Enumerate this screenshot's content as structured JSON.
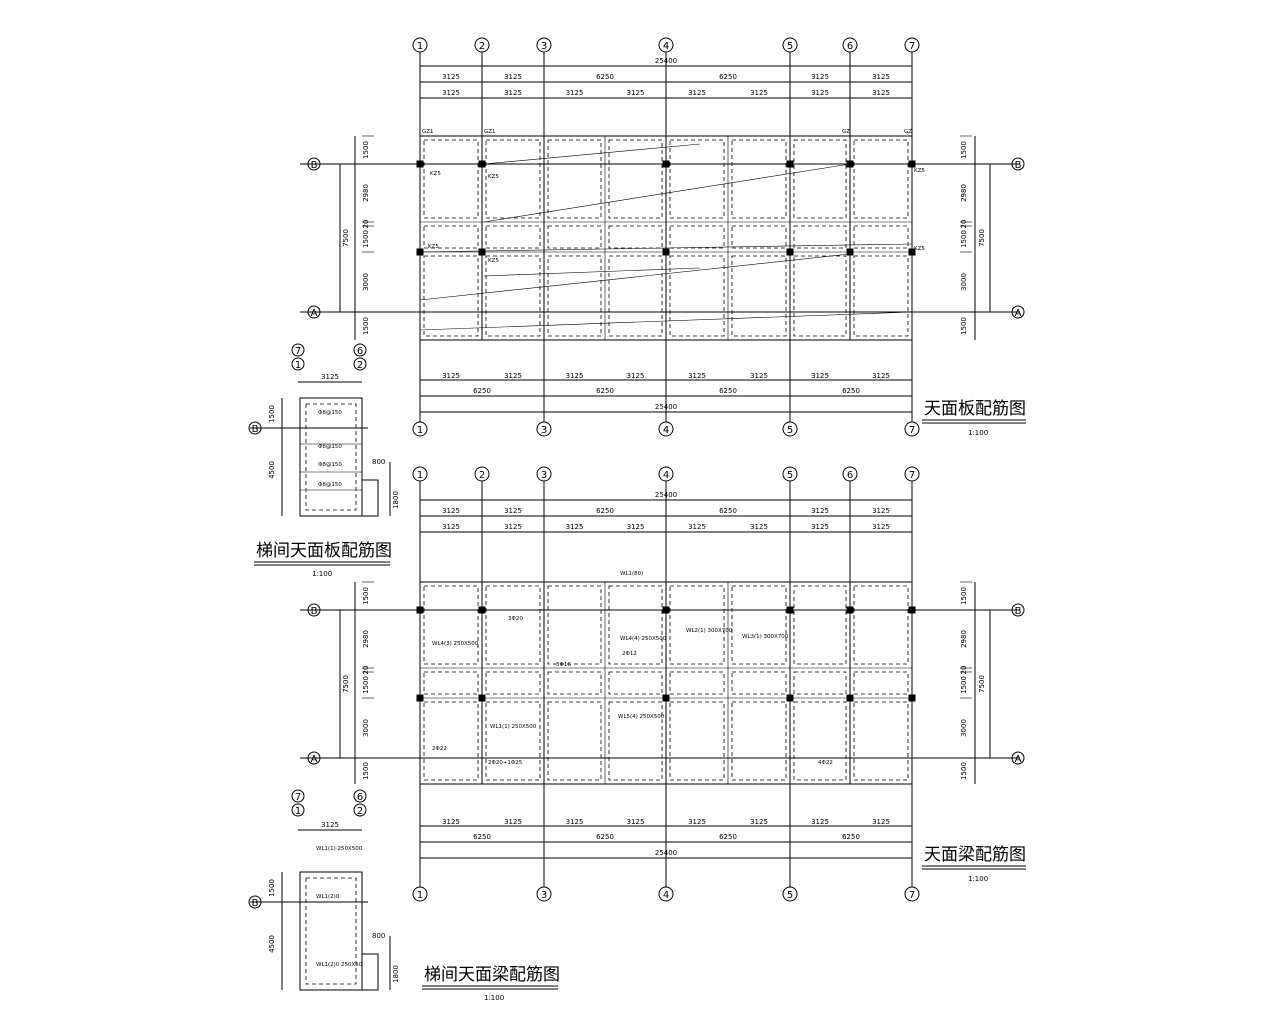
{
  "plans": {
    "slab": {
      "title": "天面板配筋图",
      "scale": "1:100"
    },
    "beam": {
      "title": "天面梁配筋图",
      "scale": "1:100"
    },
    "stair_slab": {
      "title": "梯间天面板配筋图",
      "scale": "1:100"
    },
    "stair_beam": {
      "title": "梯间天面梁配筋图",
      "scale": "1:100"
    }
  },
  "axes": {
    "top": [
      "1",
      "2",
      "3",
      "4",
      "5",
      "6",
      "7"
    ],
    "bottom": [
      "1",
      "3",
      "4",
      "5",
      "7"
    ],
    "rows": [
      "B",
      "A"
    ],
    "stair_top": [
      "7",
      "1",
      "6",
      "2"
    ]
  },
  "dims": {
    "total": "25400",
    "top_row1": [
      "3125",
      "3125",
      "6250",
      "6250",
      "3125",
      "3125"
    ],
    "top_row2": [
      "3125",
      "3125",
      "3125",
      "3125",
      "3125",
      "3125",
      "3125",
      "3125"
    ],
    "bottom_row1": [
      "3125",
      "3125",
      "3125",
      "3125",
      "3125",
      "3125",
      "3125",
      "3125"
    ],
    "bottom_row2": [
      "6250",
      "6250",
      "6250",
      "6250"
    ],
    "side_left": [
      "1500",
      "2980",
      "20",
      "1500",
      "3000",
      "1500"
    ],
    "side_total": "7500",
    "stair_width": "3125",
    "stair_left": [
      "1500",
      "4500"
    ],
    "stair_right": [
      "800",
      "1800"
    ]
  },
  "labels": {
    "columns": [
      "GZ1",
      "GZ1",
      "GZ",
      "GZ"
    ],
    "kz": "KZ5",
    "stair_slab_rebar": [
      "Φ8@150",
      "Φ8@150",
      "Φ8@150",
      "Φ8@150"
    ],
    "beam_top": "WL1(80)",
    "beam_notes": [
      "WL4(3) 250X500",
      "WL2(1) 300X700",
      "WL4(4) 250X500",
      "WL3(1) 300X700",
      "WL5(4) 250X500",
      "WL1(1) 250X500"
    ],
    "stair_beam_notes": [
      "WL1(1) 250X500",
      "WL1(2)0",
      "WL1(2)0 250X50"
    ],
    "rebars": [
      "3Φ20",
      "2Φ22",
      "3Φ16",
      "2Φ12",
      "2Φ20+1Φ25",
      "4Φ22"
    ]
  }
}
